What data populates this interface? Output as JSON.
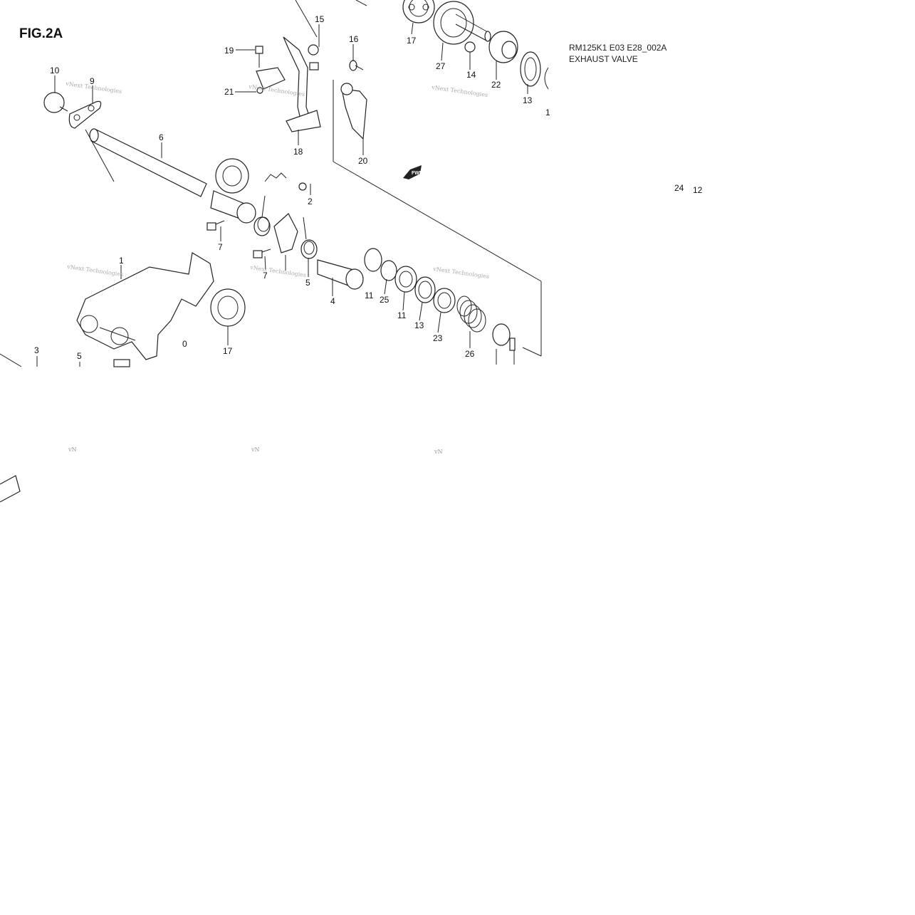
{
  "figure": {
    "title": "FIG.2A",
    "code": "RM125K1 E03 E28_002A",
    "name": "EXHAUST VALVE"
  },
  "watermark": "vNext Technologies",
  "fwd_marker": "FWD",
  "callouts": [
    {
      "id": "c15",
      "text": "15"
    },
    {
      "id": "c19",
      "text": "19"
    },
    {
      "id": "c16",
      "text": "16"
    },
    {
      "id": "c17a",
      "text": "17"
    },
    {
      "id": "c27",
      "text": "27"
    },
    {
      "id": "c14",
      "text": "14"
    },
    {
      "id": "c22",
      "text": "22"
    },
    {
      "id": "c13a",
      "text": "13"
    },
    {
      "id": "c1a",
      "text": "1"
    },
    {
      "id": "c10",
      "text": "10"
    },
    {
      "id": "c9",
      "text": "9"
    },
    {
      "id": "c21",
      "text": "21"
    },
    {
      "id": "c18",
      "text": "18"
    },
    {
      "id": "c20",
      "text": "20"
    },
    {
      "id": "c6",
      "text": "6"
    },
    {
      "id": "c2",
      "text": "2"
    },
    {
      "id": "c24",
      "text": "24"
    },
    {
      "id": "c12",
      "text": "12"
    },
    {
      "id": "c7a",
      "text": "7"
    },
    {
      "id": "c7b",
      "text": "7"
    },
    {
      "id": "c1b",
      "text": "1"
    },
    {
      "id": "c5a",
      "text": "5"
    },
    {
      "id": "c4",
      "text": "4"
    },
    {
      "id": "c11a",
      "text": "11"
    },
    {
      "id": "c25",
      "text": "25"
    },
    {
      "id": "c11b",
      "text": "11"
    },
    {
      "id": "c13b",
      "text": "13"
    },
    {
      "id": "c23",
      "text": "23"
    },
    {
      "id": "c26",
      "text": "26"
    },
    {
      "id": "c17b",
      "text": "17"
    },
    {
      "id": "c3",
      "text": "3"
    },
    {
      "id": "c5b",
      "text": "5"
    },
    {
      "id": "c0",
      "text": "0"
    }
  ]
}
